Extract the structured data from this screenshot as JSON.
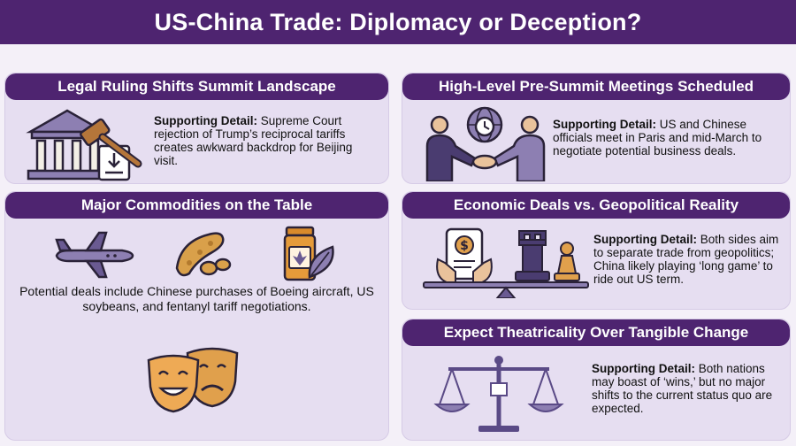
{
  "header": {
    "title": "US-China Trade: Diplomacy or Deception?"
  },
  "colors": {
    "header_bg": "#4e2470",
    "card_bg": "#e6def1",
    "page_bg": "#f4f0f8",
    "accent_orange": "#d98a2b",
    "icon_purple": "#6a5a92"
  },
  "cards": [
    {
      "title": "Legal Ruling Shifts Summit Landscape",
      "detail_label": "Supporting Detail:",
      "detail_text": " Supreme Court rejection of Trump’s reciprocal tariffs creates awkward backdrop for Beijing visit.",
      "icons": [
        "courthouse-icon",
        "gavel-icon",
        "document-icon"
      ]
    },
    {
      "title": "High-Level Pre-Summit Meetings Scheduled",
      "detail_label": "Supporting Detail:",
      "detail_text": " US and Chinese officials meet in Paris and mid-March to negotiate potential business deals.",
      "icons": [
        "handshake-icon",
        "globe-clock-icon"
      ]
    },
    {
      "title": "Major Commodities on the Table",
      "body_text": "Potential deals include Chinese purchases of Boeing aircraft, US soybeans, and fentanyl tariff negotiations.",
      "icons": [
        "airplane-icon",
        "soybean-icon",
        "pill-bottle-icon",
        "leaf-icon",
        "theater-masks-icon"
      ]
    },
    {
      "title": "Economic Deals vs. Geopolitical Reality",
      "detail_label": "Supporting Detail:",
      "detail_text": " Both sides aim to separate trade from geopolitics; China likely playing ‘long game’ to ride out US term.",
      "icons": [
        "phone-dollar-icon",
        "chess-rook-icon",
        "chess-pawn-icon",
        "balance-beam-icon"
      ]
    },
    {
      "title": "Expect Theatricality Over Tangible Change",
      "detail_label": "Supporting Detail:",
      "detail_text": " Both nations may boast of ‘wins,’ but no major shifts to the current status quo are expected.",
      "icons": [
        "scales-icon"
      ]
    }
  ]
}
